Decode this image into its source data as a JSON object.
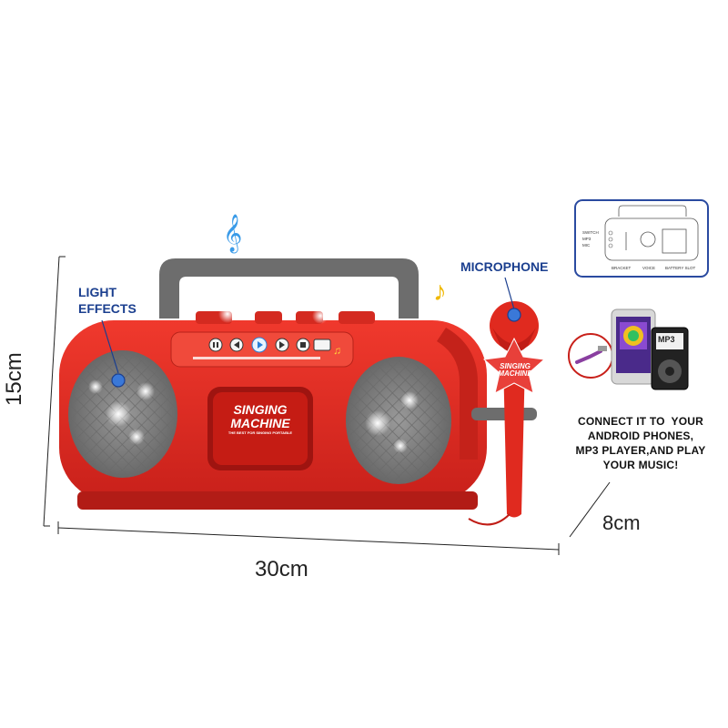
{
  "dimensions": {
    "height": "15cm",
    "width": "30cm",
    "depth": "8cm"
  },
  "callouts": {
    "light_effects": [
      "LIGHT",
      "EFFECTS"
    ],
    "microphone": "MICROPHONE"
  },
  "product": {
    "brand_line1": "SINGING",
    "brand_line2": "MACHINE",
    "tagline": "THE BEST FOR SINGING PORTABLE"
  },
  "inset_diagram": {
    "side_labels": [
      "SWITCH",
      "MP3",
      "MIC"
    ],
    "bottom_labels": [
      "BRACKET",
      "VOICE",
      "BATTERY SLOT"
    ]
  },
  "connect_text": [
    "CONNECT IT TO  YOUR",
    "ANDROID PHONES,",
    "MP3 PLAYER,AND PLAY",
    "YOUR MUSIC!"
  ],
  "player_badge": "MP3",
  "icons": [
    "music-note-icon",
    "treble-clef-icon",
    "play-icon",
    "pause-icon",
    "prev-icon",
    "next-icon",
    "stop-icon",
    "volume-icon"
  ],
  "colors": {
    "body_red": "#e02a1f",
    "speaker_gray": "#7a7a7a",
    "callout_blue": "#1b3f8f",
    "inset_border": "#2a4aa0",
    "aux_purple": "#8a3fa0"
  }
}
